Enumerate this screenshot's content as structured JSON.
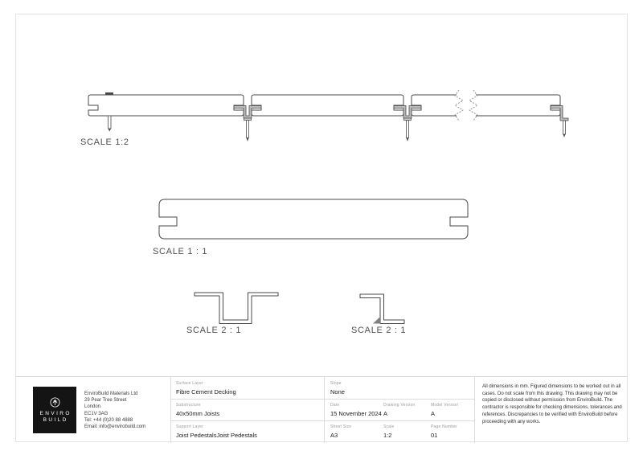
{
  "views": {
    "assembly": {
      "label": "SCALE 1:2"
    },
    "board_profile": {
      "label": "SCALE 1 : 1"
    },
    "clip_detail": {
      "label": "SCALE 2 : 1"
    },
    "edge_clip_detail": {
      "label": "SCALE 2 : 1"
    }
  },
  "title_block": {
    "logo": {
      "line1": "ENVIRO",
      "line2": "BUILD"
    },
    "company": {
      "name": "EnviroBuild Materials Ltd",
      "street": "29 Pear Tree Street",
      "city": "London",
      "postcode": "EC1V 3AG",
      "tel": "Tel: +44 (0)20 88 4888",
      "email": "Email: info@envirobuild.com"
    },
    "fields": {
      "surface_layer": {
        "label": "Surface Layer",
        "value": "Fibre Cement Decking"
      },
      "substructure": {
        "label": "Substructure",
        "value": "40x50mm Joists"
      },
      "support_layer": {
        "label": "Support Layer",
        "value": "Joist PedestalsJoist Pedestals"
      },
      "slope": {
        "label": "Slope",
        "value": "None"
      },
      "date": {
        "label": "Date",
        "value": "15 November 2024"
      },
      "drawing_version": {
        "label": "Drawing Version",
        "value": "A"
      },
      "model_version": {
        "label": "Model Version",
        "value": "A"
      },
      "sheet_size": {
        "label": "Sheet Size",
        "value": "A3"
      },
      "scale": {
        "label": "Scale",
        "value": "1:2"
      },
      "page_number": {
        "label": "Page Number",
        "value": "01"
      }
    },
    "disclaimer": "All dimensions in mm. Figured dimensions to be worked out in all cases. Do not scale from this drawing. This drawing may not be copied or disclosed without permission from EnviroBuild. The contractor is responsible for checking dimensions, tolerances and references. Discrepancies to be verified with EnviroBuild before proceeding with any works."
  },
  "colors": {
    "line": "#4a4a4a",
    "frame": "#e3e3e3",
    "divider": "#dcdcdc",
    "logo_bg": "#141414",
    "clip_fill": "#bdbdbd"
  }
}
